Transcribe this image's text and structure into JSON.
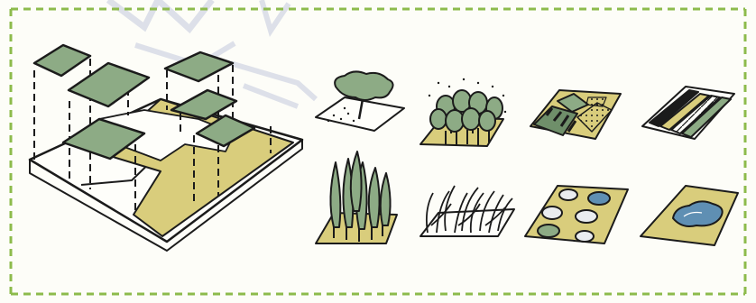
{
  "diagram": {
    "colors": {
      "background": "#fdfdf8",
      "border": "#8dbb4c",
      "ink": "#1b1b1b",
      "ground": "#d9cd7c",
      "foliage": "#8dab85",
      "foliage_dark": "#6f8f6a",
      "water": "#5f8fb3",
      "stone": "#e9ecef",
      "watermark": "#b8bfd8"
    },
    "panels": [
      {
        "name": "single-tree-tile",
        "icon": "tree-icon"
      },
      {
        "name": "tree-grove-tile",
        "icon": "grove-icon"
      },
      {
        "name": "mixed-vegetation-tile",
        "icon": "mixed-vegetation-icon"
      },
      {
        "name": "striped-crop-tile",
        "icon": "crop-rows-icon"
      },
      {
        "name": "cypress-row-tile",
        "icon": "cypress-icon"
      },
      {
        "name": "tall-grass-tile",
        "icon": "grass-icon"
      },
      {
        "name": "stepping-stones-tile",
        "icon": "stepping-stones-icon"
      },
      {
        "name": "pond-tile",
        "icon": "pond-icon"
      }
    ]
  }
}
